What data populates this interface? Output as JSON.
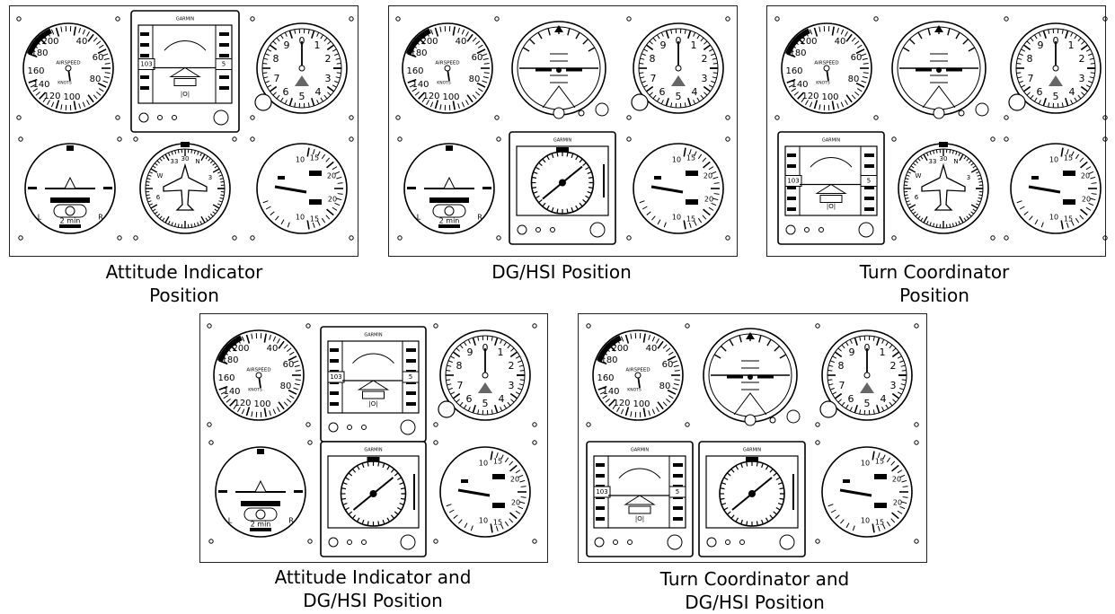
{
  "figure": {
    "panels": [
      {
        "id": "p1",
        "caption": [
          "Attitude Indicator",
          "Position"
        ],
        "slots": [
          "asi",
          "pfd",
          "alt",
          "tc",
          "dg",
          "vsi"
        ]
      },
      {
        "id": "p2",
        "caption": [
          "DG/HSI Position"
        ],
        "slots": [
          "asi",
          "ai",
          "alt",
          "tc",
          "mfd",
          "vsi"
        ]
      },
      {
        "id": "p3",
        "caption": [
          "Turn Coordinator",
          "Position"
        ],
        "slots": [
          "asi",
          "ai",
          "alt",
          "pfd",
          "dg",
          "vsi"
        ]
      },
      {
        "id": "p4",
        "caption": [
          "Attitude Indicator and",
          "DG/HSI Position"
        ],
        "slots": [
          "asi",
          "pfd",
          "alt",
          "tc",
          "mfd",
          "vsi"
        ]
      },
      {
        "id": "p5",
        "caption": [
          "Turn Coordinator and",
          "DG/HSI Position"
        ],
        "slots": [
          "asi",
          "ai",
          "alt",
          "pfd",
          "mfd",
          "vsi"
        ]
      }
    ],
    "instrument_text": {
      "asi_numbers": [
        "200",
        "40",
        "180",
        "60",
        "160",
        "80",
        "140",
        "120",
        "100"
      ],
      "asi_label_top": "AIRSPEED",
      "asi_label_bottom": "KNOTS",
      "alt_numbers": [
        "0",
        "1",
        "9",
        "2",
        "8",
        "3",
        "7",
        "4",
        "6",
        "5"
      ],
      "vsi_numbers": [
        "10",
        "15",
        "20",
        "20",
        "10",
        "15"
      ],
      "tc_two_min": "2 min",
      "tc_left": "L",
      "tc_right": "R",
      "dg_numbers": [
        "33",
        "30",
        "W",
        "N",
        "3",
        "6"
      ],
      "garmin_brand": "GARMIN",
      "pfd_readout_left": "103",
      "pfd_readout_right": "5"
    }
  }
}
